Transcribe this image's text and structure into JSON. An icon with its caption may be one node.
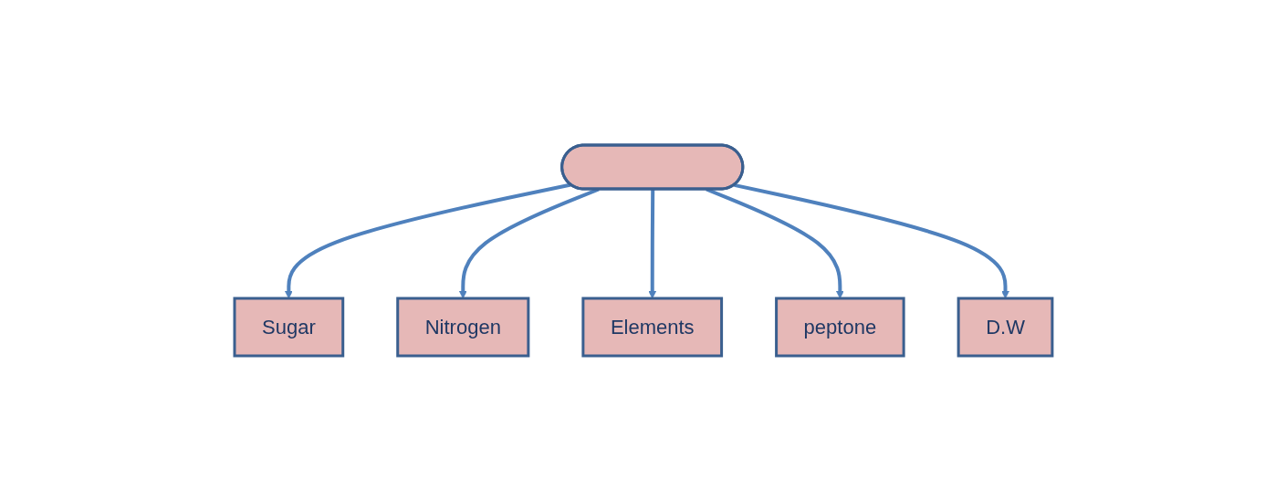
{
  "diagram": {
    "nodes": [
      {
        "text": [],
        "shape": "ellipse"
      },
      {
        "text": [
          "Sugar"
        ]
      },
      {
        "text": [
          "Nitrogen"
        ]
      },
      {
        "text": [
          "Elements"
        ]
      },
      {
        "text": [
          "peptone"
        ]
      },
      {
        "text": [
          "D.W"
        ]
      }
    ],
    "edges": [
      {
        "from": 0,
        "to": 1,
        "arrow": "to"
      },
      {
        "from": 0,
        "to": 2,
        "arrow": "to"
      },
      {
        "from": 0,
        "to": 3,
        "arrow": "to"
      },
      {
        "from": 0,
        "to": 4,
        "arrow": "to"
      },
      {
        "from": 0,
        "to": 5,
        "arrow": "to"
      }
    ]
  }
}
